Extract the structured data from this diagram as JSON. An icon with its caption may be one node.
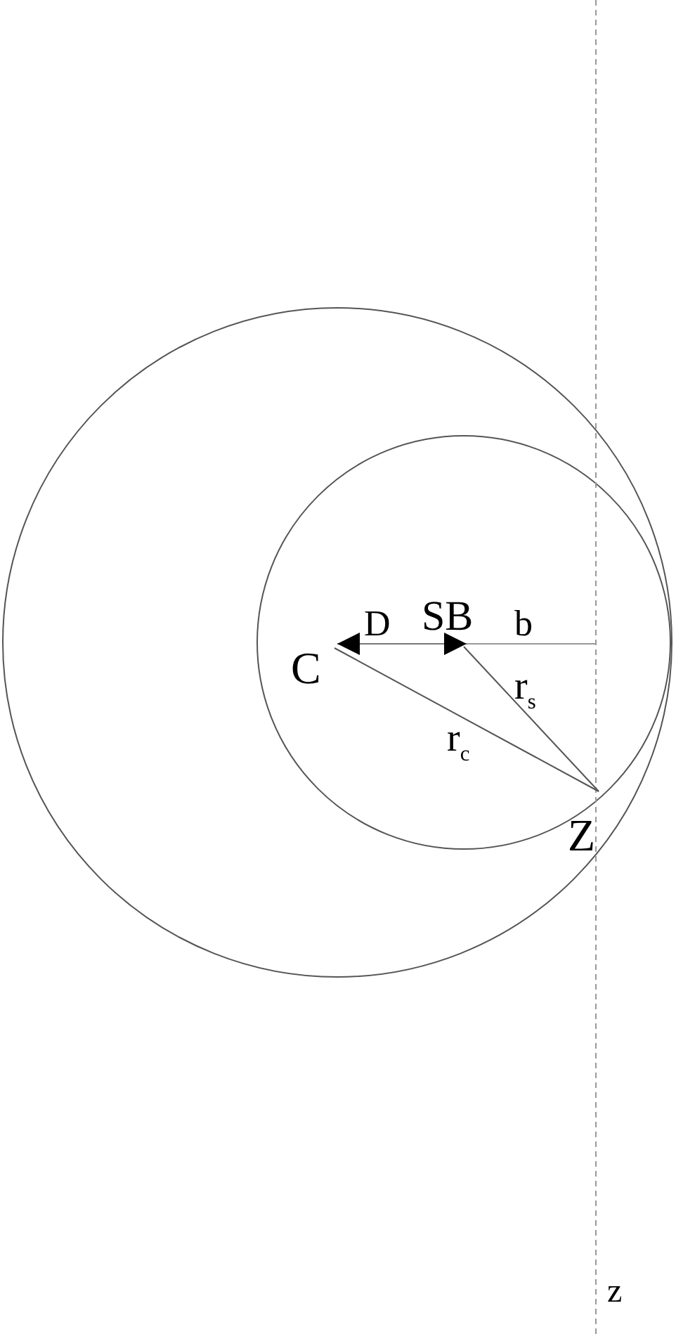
{
  "diagram": {
    "labels": [
      "C",
      "D",
      "SB",
      "b",
      "r$_{s}$",
      "r$_{c}$",
      "Z",
      "z"
    ]
  }
}
